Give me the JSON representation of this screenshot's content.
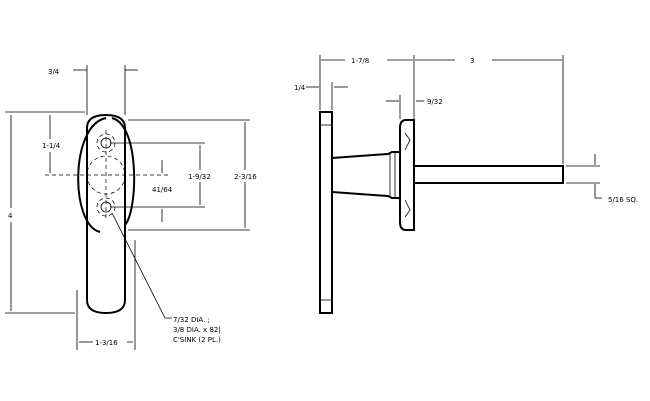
{
  "front_view": {
    "dim_width_top": "3/4",
    "dim_overall_height": "4",
    "dim_top_to_center": "1-1/4",
    "dim_hole_spacing": "1-9/32",
    "dim_center_to_hole": "41/64",
    "dim_rosette_height": "2-3/16",
    "dim_rosette_width": "1-3/16",
    "hole_note": [
      "7/32 DIA. ;",
      "3/8 DIA. x 82|",
      "C'SINK (2 PL.)"
    ]
  },
  "side_view": {
    "dim_projection": "1-7/8",
    "dim_spindle_length": "3",
    "dim_handle_thickness": "1/4",
    "dim_rosette_thickness": "9/32",
    "dim_spindle_size": "5/16 SQ."
  }
}
